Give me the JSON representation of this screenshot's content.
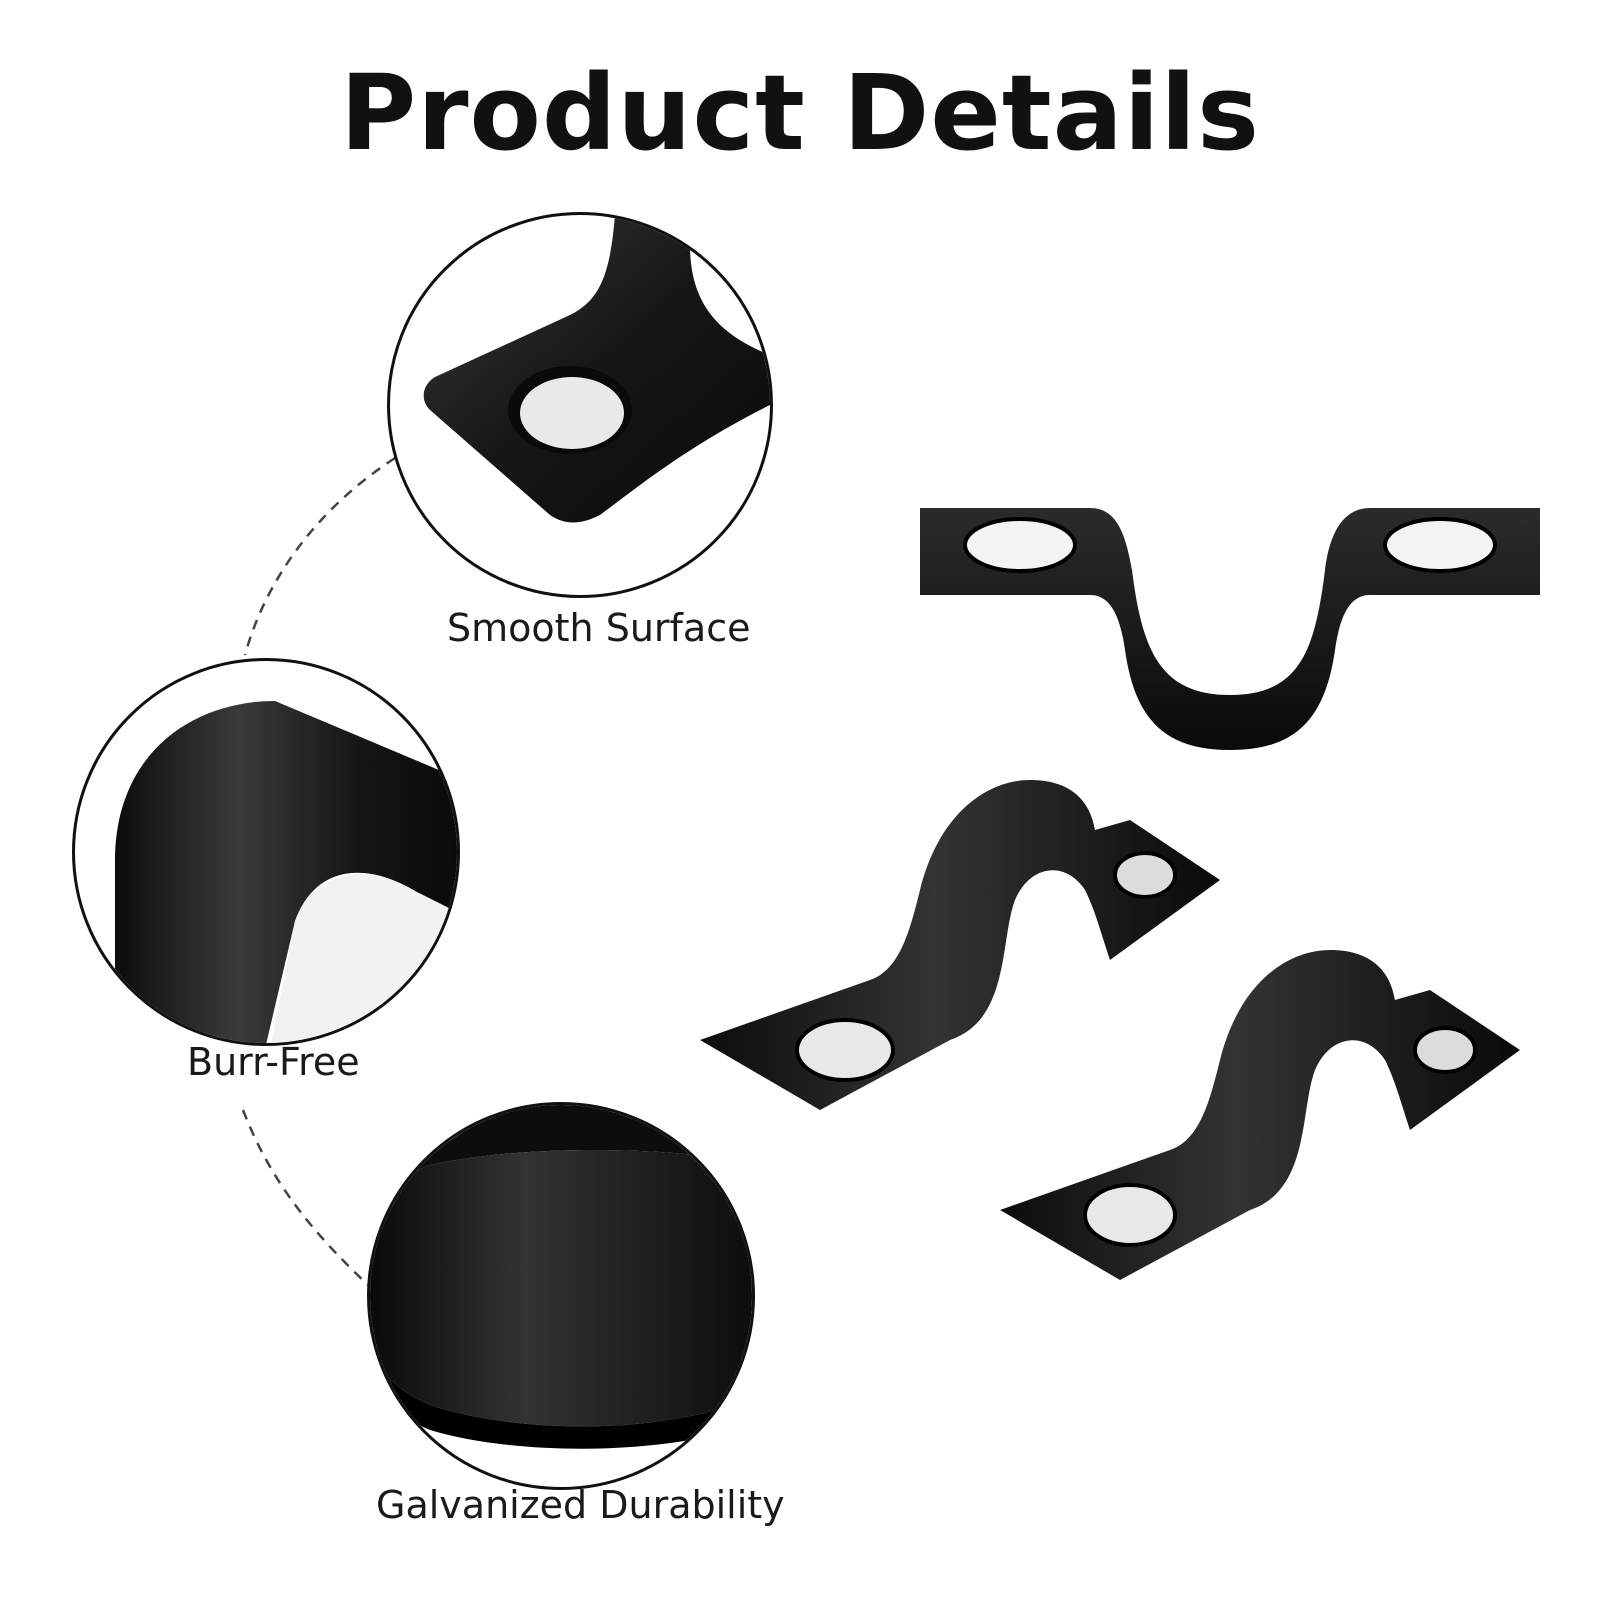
{
  "page": {
    "title": "Product Details"
  },
  "details": [
    {
      "label": "Smooth Surface",
      "icon": "smooth-surface-closeup"
    },
    {
      "label": "Burr-Free",
      "icon": "burr-free-closeup"
    },
    {
      "label": "Galvanized Durability",
      "icon": "galvanized-durability-closeup"
    }
  ],
  "colors": {
    "metal": "#141414",
    "metal_highlight": "#3a3a3a",
    "outline": "#111111",
    "background": "#ffffff"
  }
}
